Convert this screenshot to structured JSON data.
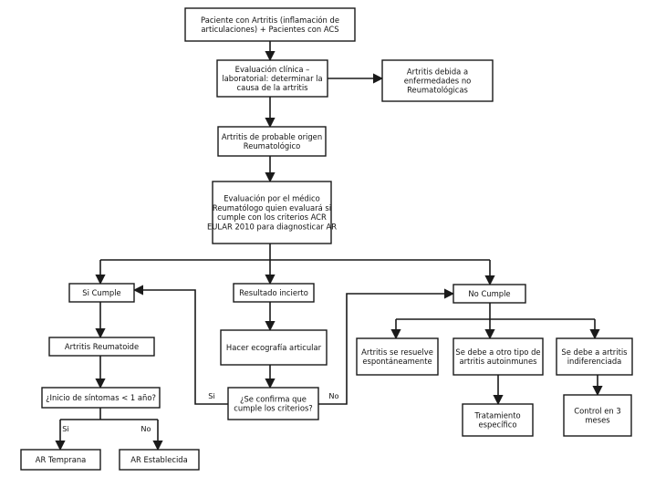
{
  "nodes": {
    "paciente_artritis": {
      "lines": [
        "Paciente con Artritis (inflamación de",
        "articulaciones) + Pacientes con ACS"
      ]
    },
    "evaluacion_clinica": {
      "lines": [
        "Evaluación clínica –",
        "laboratorial: determinar la",
        "causa de la artritis"
      ]
    },
    "artritis_no_reumatologica": {
      "lines": [
        "Artritis debida a",
        "enfermedades no",
        "Reumatológicas"
      ]
    },
    "origen_reumatologico": {
      "lines": [
        "Artritis de probable origen",
        "Reumatológico"
      ]
    },
    "evaluacion_reumatologo": {
      "lines": [
        "Evaluación por el médico",
        "Reumatólogo quien evaluará si",
        "cumple con los criterios ACR",
        "EULAR 2010 para diagnosticar AR"
      ]
    },
    "si_cumple": {
      "lines": [
        "Si Cumple"
      ]
    },
    "resultado_incierto": {
      "lines": [
        "Resultado incierto"
      ]
    },
    "no_cumple": {
      "lines": [
        "No Cumple"
      ]
    },
    "artritis_reumatoide": {
      "lines": [
        "Artritis Reumatoide"
      ]
    },
    "inicio_sintomas": {
      "lines": [
        "¿Inicio de síntomas < 1 año?"
      ]
    },
    "ar_temprana": {
      "lines": [
        "AR Temprana"
      ]
    },
    "ar_establecida": {
      "lines": [
        "AR Establecida"
      ]
    },
    "ecografia": {
      "lines": [
        "Hacer ecografía articular"
      ]
    },
    "confirma_criterios": {
      "lines": [
        "¿Se confirma que",
        "cumple los criterios?"
      ]
    },
    "se_resuelve": {
      "lines": [
        "Artritis se resuelve",
        "espontáneamente"
      ]
    },
    "otro_autoinmune": {
      "lines": [
        "Se debe a otro tipo de",
        "artritis autoinmunes"
      ]
    },
    "indiferenciada": {
      "lines": [
        "Se debe a artritis",
        "indiferenciada"
      ]
    },
    "tratamiento": {
      "lines": [
        "Tratamiento",
        "específico"
      ]
    },
    "control": {
      "lines": [
        "Control en 3",
        "meses"
      ]
    }
  },
  "edge_labels": {
    "si_temprana": "Si",
    "no_establecida": "No",
    "si_confirma": "Si",
    "no_confirma": "No"
  }
}
